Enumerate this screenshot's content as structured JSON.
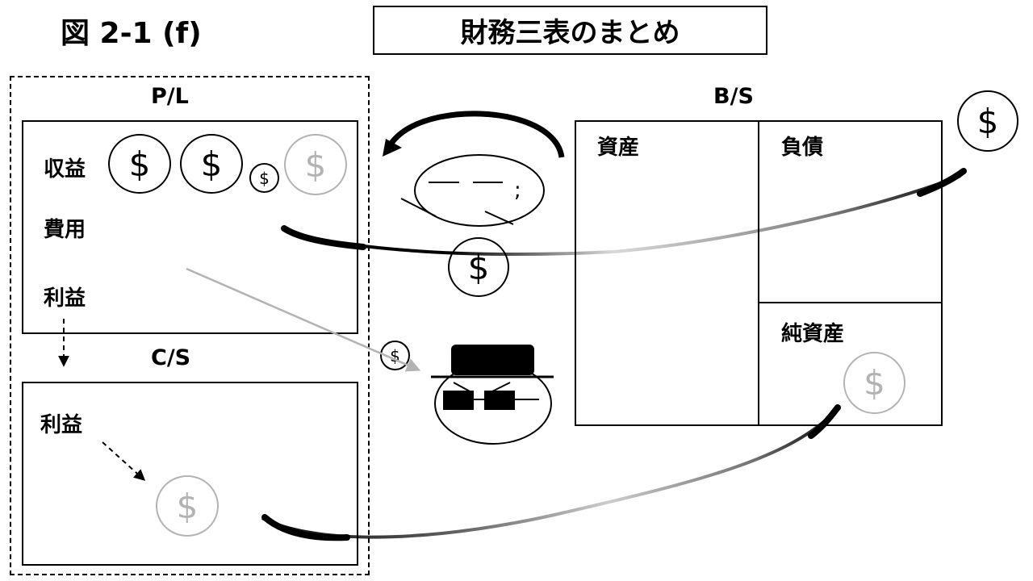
{
  "figure_label": "図 2-1 (f)",
  "title": "財務三表のまとめ",
  "pl": {
    "heading": "P/L",
    "revenue": "収益",
    "expense": "費用",
    "profit": "利益"
  },
  "cs": {
    "heading": "C/S",
    "profit": "利益"
  },
  "bs": {
    "heading": "B/S",
    "assets": "資産",
    "liabilities": "負債",
    "net_assets": "純資産"
  },
  "coin_symbol": "$",
  "face_symbol": ";",
  "colors": {
    "ink": "#000000",
    "faded": "#b3b3b3"
  },
  "icons": [
    "dollar-coin-icon",
    "worried-face-icon",
    "hat-sunglasses-face-icon",
    "curved-arrow-icon"
  ]
}
